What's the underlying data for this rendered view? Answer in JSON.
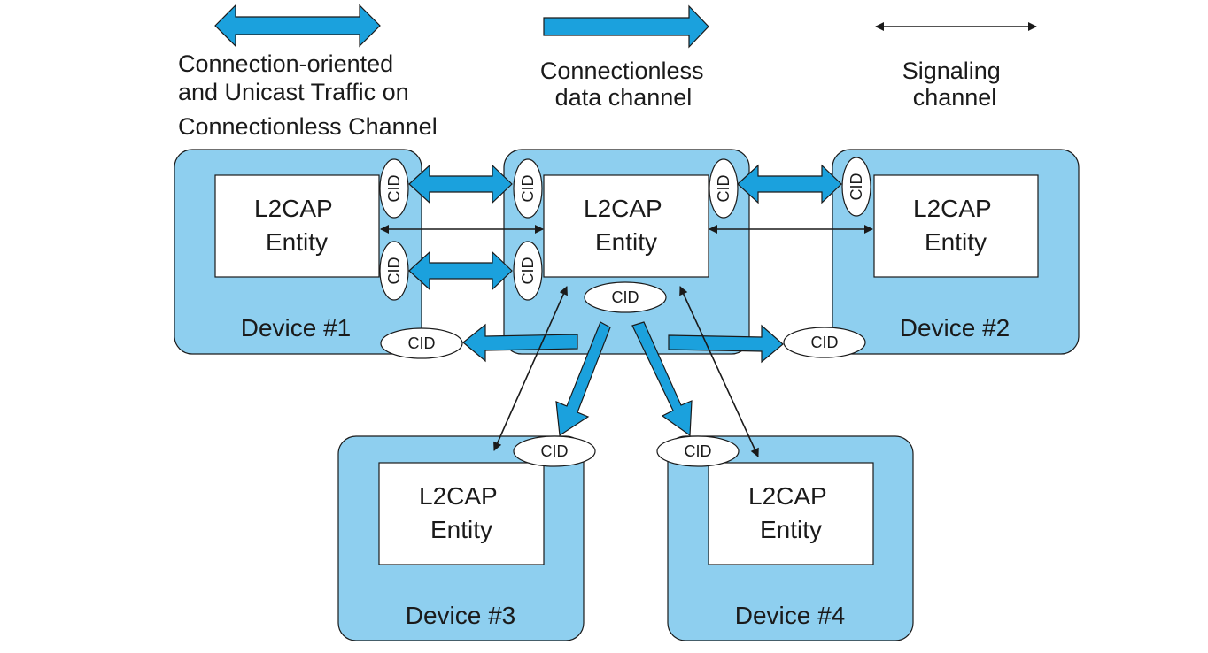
{
  "legend": {
    "bidirectional_label_lines": [
      "Connection-oriented",
      "and Unicast Traffic on",
      "Connectionless Channel"
    ],
    "connectionless_label_lines": [
      "Connectionless",
      "data channel"
    ],
    "signaling_label_lines": [
      "Signaling",
      "channel"
    ]
  },
  "entity_label_lines": [
    "L2CAP",
    "Entity"
  ],
  "cid_label": "CID",
  "devices": {
    "device1": "Device #1",
    "device2": "Device #2",
    "device3": "Device #3",
    "device4": "Device #4"
  },
  "colors": {
    "device_fill": "#8ecfef",
    "arrow_fill": "#1ba1dd",
    "outline": "#1a1a1a",
    "entity_fill": "#ffffff"
  }
}
